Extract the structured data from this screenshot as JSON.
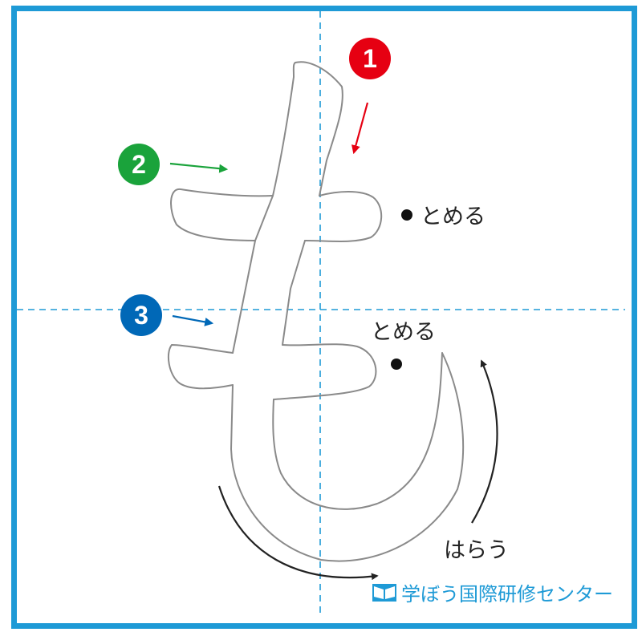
{
  "colors": {
    "frame": "#1e9ad6",
    "guide": "#1e9ad6",
    "glyph_outline": "#8a8a8a",
    "stroke1": "#e60012",
    "stroke2": "#1aa33b",
    "stroke3": "#0068b7",
    "label": "#222222"
  },
  "strokes": [
    {
      "number": "1",
      "color": "#e60012",
      "icon": "arrow-down-left"
    },
    {
      "number": "2",
      "color": "#1aa33b",
      "icon": "arrow-right"
    },
    {
      "number": "3",
      "color": "#0068b7",
      "icon": "arrow-right"
    }
  ],
  "labels": {
    "tome_1": "とめる",
    "tome_2": "とめる",
    "harau": "はらう"
  },
  "brand": {
    "name": "学ぼう国際研修センター",
    "icon": "open-book-icon"
  }
}
